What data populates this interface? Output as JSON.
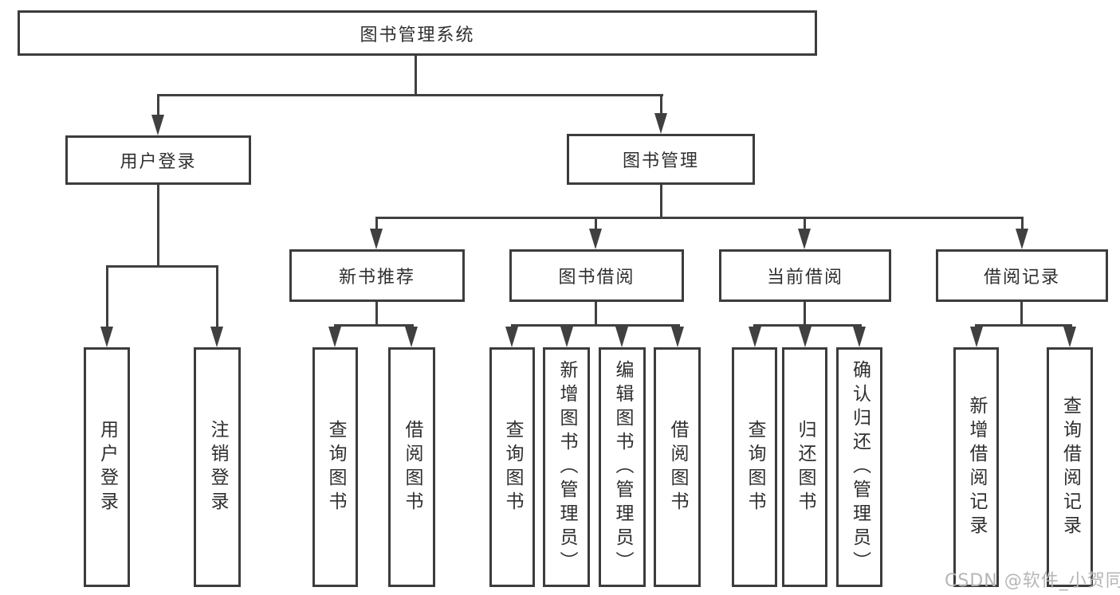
{
  "tree": {
    "label": "图书管理系统",
    "children": [
      {
        "label": "用户登录",
        "children": [
          {
            "label": "用户登录"
          },
          {
            "label": "注销登录"
          }
        ]
      },
      {
        "label": "图书管理",
        "children": [
          {
            "label": "新书推荐",
            "children": [
              {
                "label": "查询图书"
              },
              {
                "label": "借阅图书"
              }
            ]
          },
          {
            "label": "图书借阅",
            "children": [
              {
                "label": "查询图书"
              },
              {
                "label": "新增图书（管理员）"
              },
              {
                "label": "编辑图书（管理员）"
              },
              {
                "label": "借阅图书"
              }
            ]
          },
          {
            "label": "当前借阅",
            "children": [
              {
                "label": "查询图书"
              },
              {
                "label": "归还图书"
              },
              {
                "label": "确认归还（管理员）"
              }
            ]
          },
          {
            "label": "借阅记录",
            "children": [
              {
                "label": "新增借阅记录"
              },
              {
                "label": "查询借阅记录"
              }
            ]
          }
        ]
      }
    ]
  },
  "watermark": "CSDN @软件_小贺同学",
  "colors": {
    "line": "#404040",
    "border": "#3c3c3c",
    "text": "#2f2f2f",
    "watermark": "#b6b6b6",
    "background": "#ffffff"
  }
}
